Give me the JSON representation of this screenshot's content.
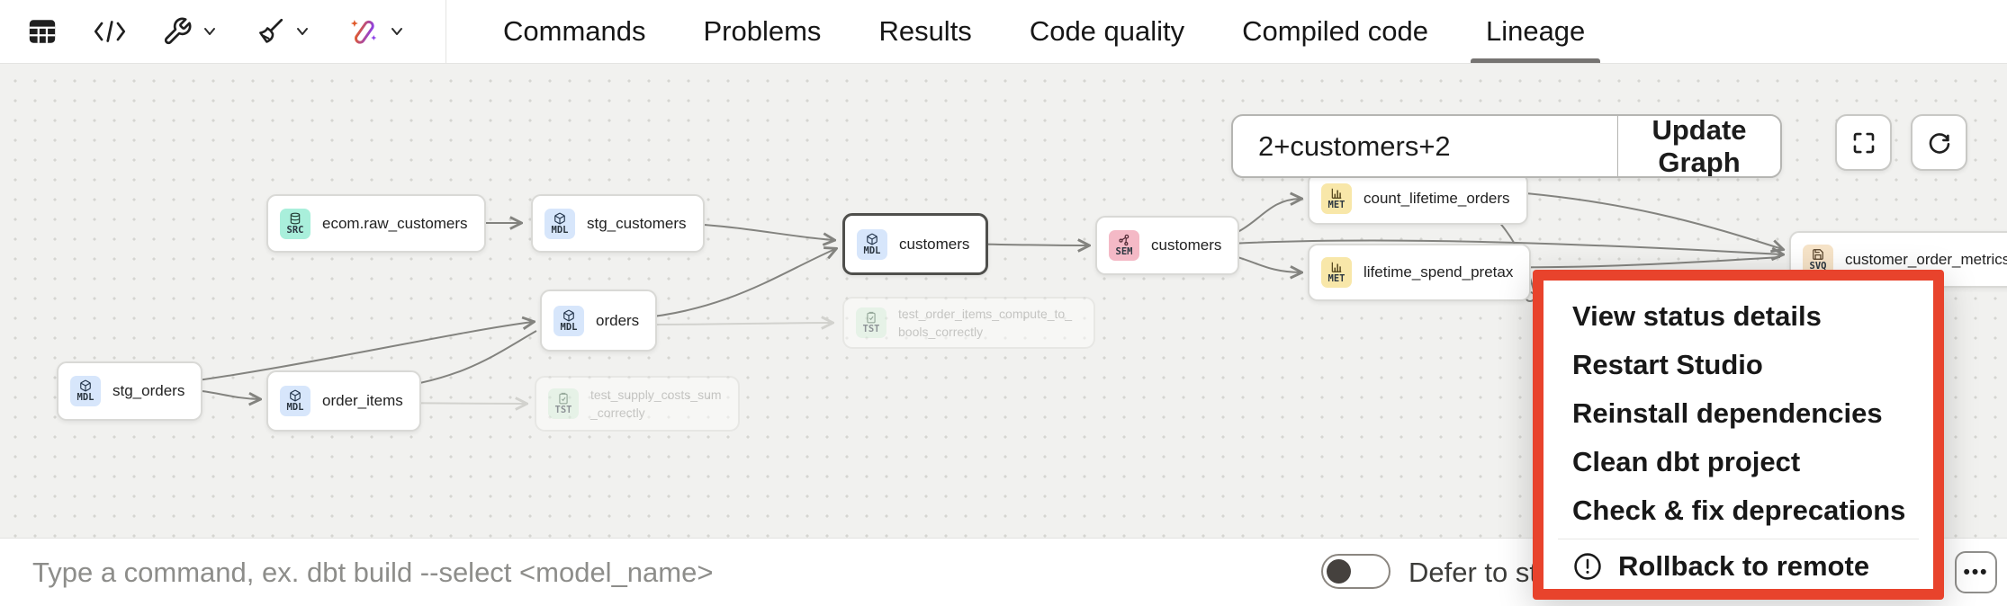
{
  "toolbar": {
    "tabs": [
      {
        "label": "Commands",
        "active": false
      },
      {
        "label": "Problems",
        "active": false
      },
      {
        "label": "Results",
        "active": false
      },
      {
        "label": "Code quality",
        "active": false
      },
      {
        "label": "Compiled code",
        "active": false
      },
      {
        "label": "Lineage",
        "active": true
      }
    ]
  },
  "graph_controls": {
    "selector_value": "2+customers+2",
    "update_button_label": "Update Graph"
  },
  "nodes": [
    {
      "label": "ecom.raw_customers",
      "badge": "SRC"
    },
    {
      "label": "stg_customers",
      "badge": "MDL"
    },
    {
      "label": "customers",
      "badge": "MDL"
    },
    {
      "label": "customers",
      "badge": "SEM"
    },
    {
      "label": "count_lifetime_orders",
      "badge": "MET"
    },
    {
      "label": "lifetime_spend_pretax",
      "badge": "MET"
    },
    {
      "label": "customer_order_metrics",
      "badge": "SVQ"
    },
    {
      "label": "test_order_items_compute_to_bools_correctly",
      "badge": "TST"
    },
    {
      "label": "orders",
      "badge": "MDL"
    },
    {
      "label": "stg_orders",
      "badge": "MDL"
    },
    {
      "label": "order_items",
      "badge": "MDL"
    },
    {
      "label": "test_supply_costs_sum_correctly",
      "badge": "TST"
    }
  ],
  "context_menu": {
    "items": [
      "View status details",
      "Restart Studio",
      "Reinstall dependencies",
      "Clean dbt project",
      "Check & fix deprecations"
    ],
    "rollback_label": "Rollback to remote"
  },
  "command_bar": {
    "placeholder": "Type a command, ex. dbt build --select <model_name>",
    "defer_label": "Defer to sta"
  },
  "colors": {
    "menu_border_red": "#e8432c",
    "badge_src": "#a9efdb",
    "badge_mdl": "#d7e6fb",
    "badge_sem": "#f4b9c6",
    "badge_met": "#f8e7a9",
    "badge_svq": "#f6e3c8",
    "badge_tst": "#dcf3e0",
    "canvas_bg": "#f1f1ef",
    "edge": "#83837f"
  }
}
